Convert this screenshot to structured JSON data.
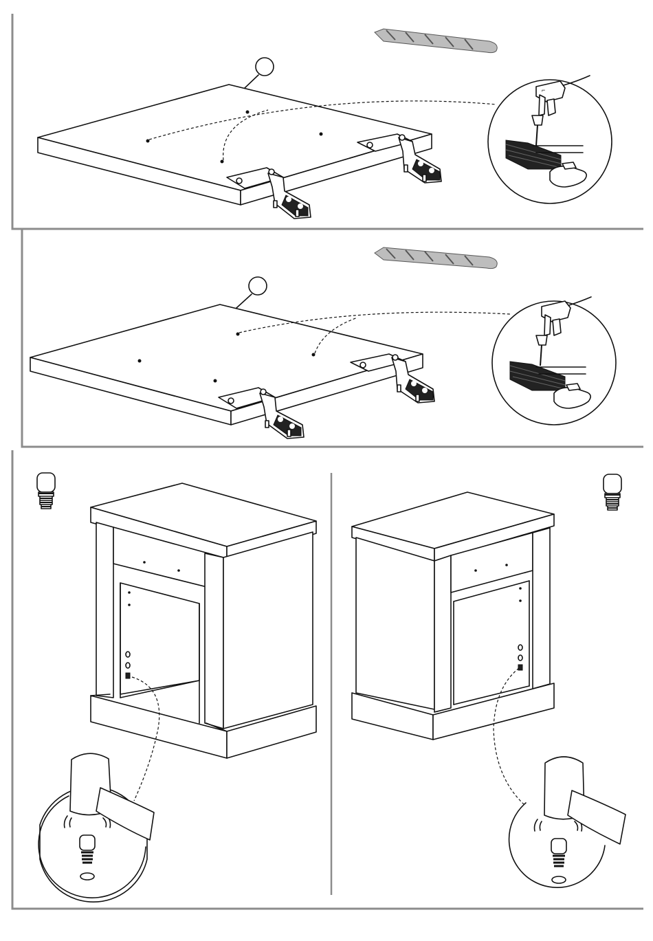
{
  "panels": [
    {
      "id": "drill-top-panel-1",
      "step_marker": ""
    },
    {
      "id": "drill-top-panel-2",
      "step_marker": ""
    },
    {
      "id": "insert-bumpers-left"
    },
    {
      "id": "insert-bumpers-right"
    }
  ],
  "icons": [
    "drill-bit-icon",
    "power-drill-icon",
    "hammer-icon",
    "bumper-plug-icon",
    "hinge-icon"
  ],
  "colors": {
    "line": "#111111",
    "frame": "#8c8c8c",
    "fill": "#ffffff",
    "drill_bit": "#bdbdbd"
  }
}
